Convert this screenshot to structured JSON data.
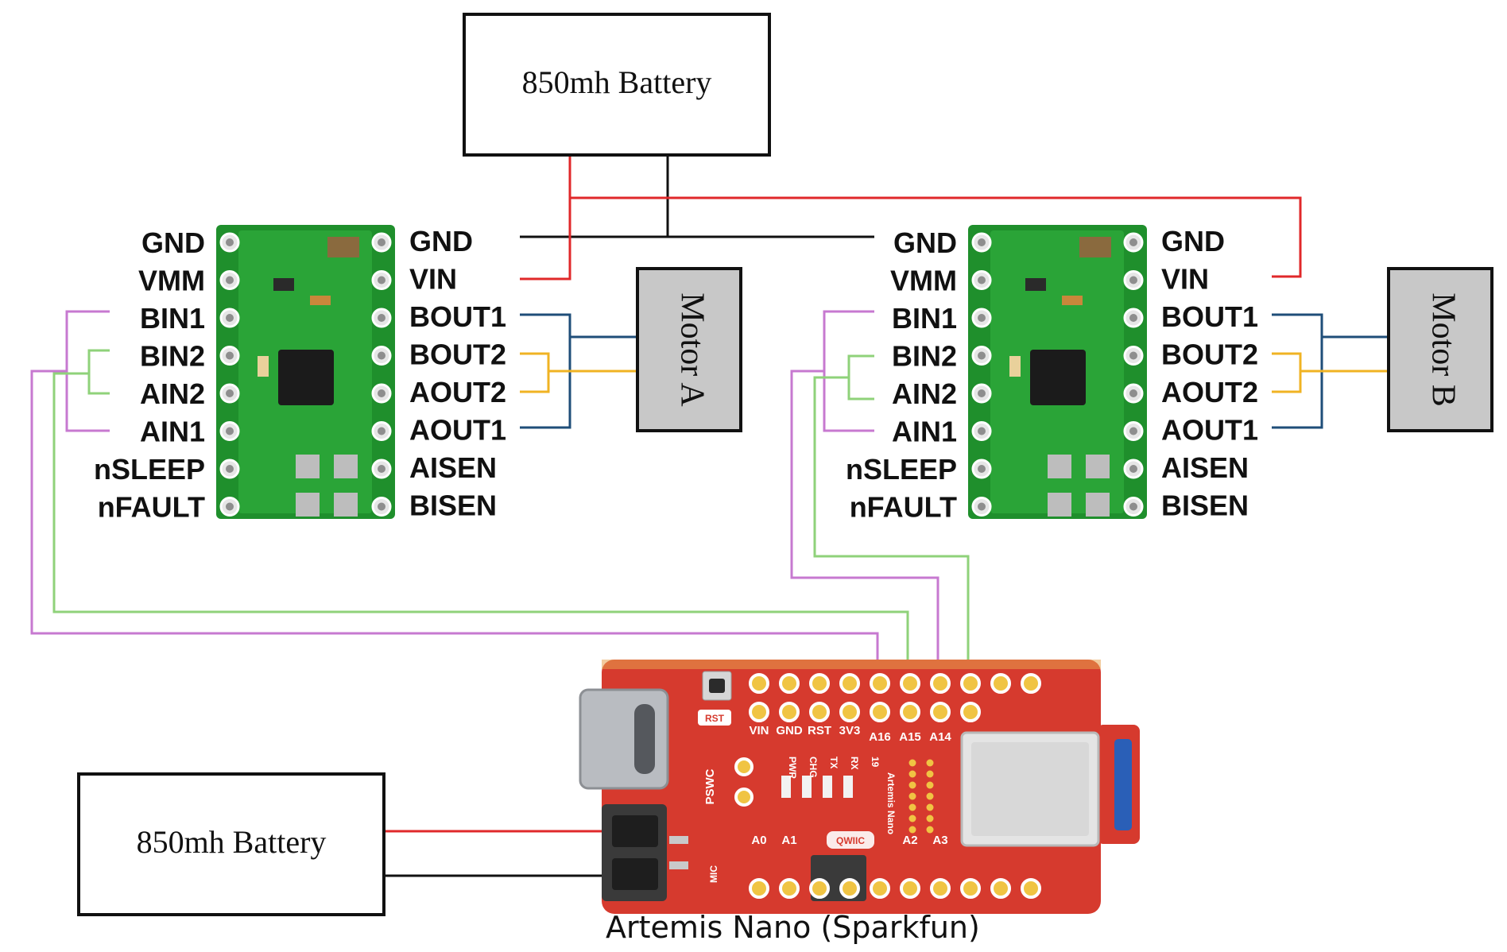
{
  "battery_top": {
    "label": "850mh Battery"
  },
  "battery_bottom": {
    "label": "850mh Battery"
  },
  "motor_a": {
    "label": "Motor A"
  },
  "motor_b": {
    "label": "Motor B"
  },
  "driver_left_pins": [
    "GND",
    "VMM",
    "BIN1",
    "BIN2",
    "AIN2",
    "AIN1",
    "nSLEEP",
    "nFAULT"
  ],
  "driver_right_pins": [
    "GND",
    "VIN",
    "BOUT1",
    "BOUT2",
    "AOUT2",
    "AOUT1",
    "AISEN",
    "BISEN"
  ],
  "board": {
    "caption": "Artemis Nano (Sparkfun)",
    "silk_top_row": [
      "VIN",
      "GND",
      "RST",
      "3V3",
      "A16",
      "A15",
      "A14"
    ],
    "silk_bottom_row": [
      "A0",
      "A1",
      "A2",
      "A3"
    ],
    "silk_rst": "RST",
    "silk_pswc": "PSWC",
    "silk_leds": [
      "PWR",
      "CHG",
      "TX",
      "RX",
      "19"
    ],
    "silk_name": "Artemis Nano",
    "silk_qwiic": "QWIIC",
    "silk_mic": "MIC"
  },
  "wire_colors": {
    "power": "#e0282a",
    "ground": "#111111",
    "motor_b": "#1f4e79",
    "motor_a": "#f0b323",
    "control_purple": "#c779d0",
    "control_green": "#8fd27a"
  }
}
